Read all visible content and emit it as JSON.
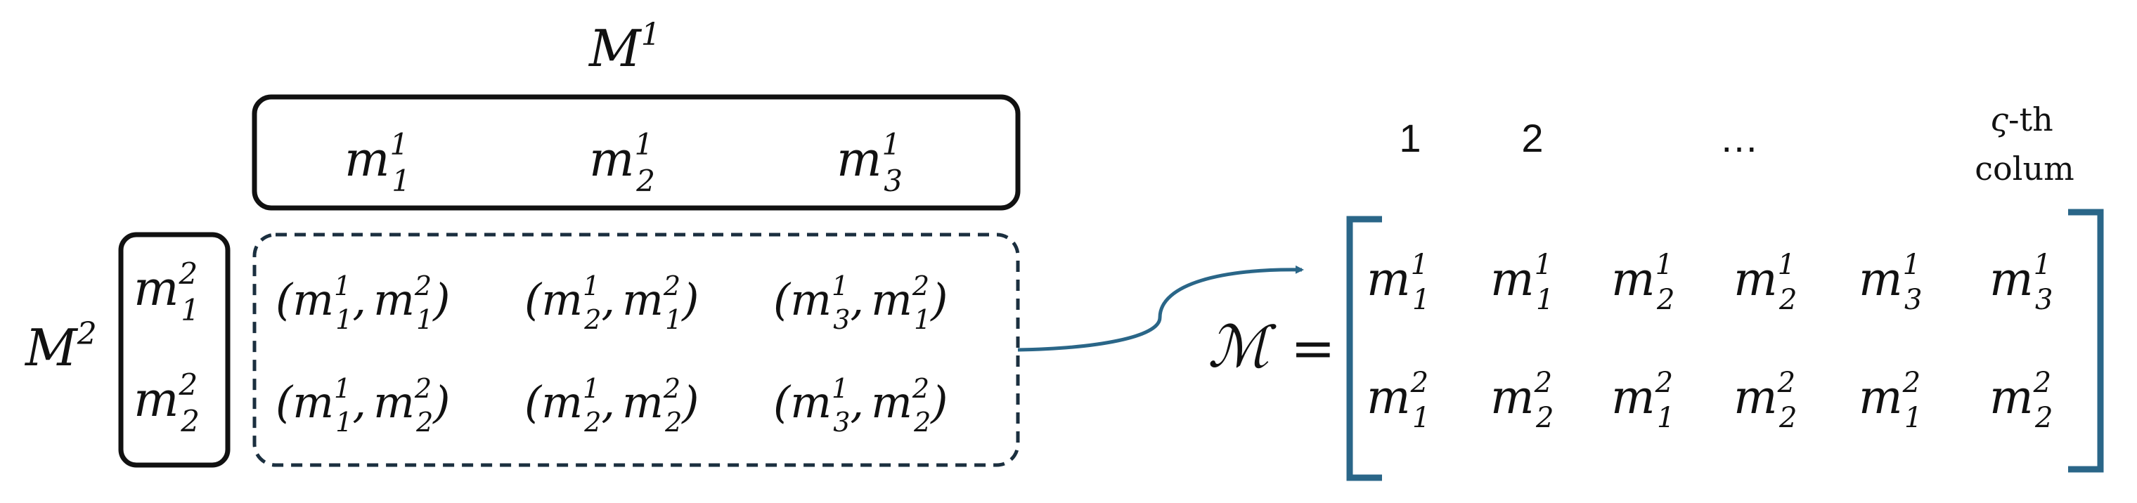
{
  "set_m1": {
    "label": "M",
    "label_sup": "1",
    "items": [
      {
        "base": "m",
        "sub": "1",
        "sup": "1"
      },
      {
        "base": "m",
        "sub": "2",
        "sup": "1"
      },
      {
        "base": "m",
        "sub": "3",
        "sup": "1"
      }
    ]
  },
  "set_m2": {
    "label": "M",
    "label_sup": "2",
    "items": [
      {
        "base": "m",
        "sub": "1",
        "sup": "2"
      },
      {
        "base": "m",
        "sub": "2",
        "sup": "2"
      }
    ]
  },
  "pairs": {
    "rows": [
      [
        {
          "a_sub": "1",
          "a_sup": "1",
          "b_sub": "1",
          "b_sup": "2"
        },
        {
          "a_sub": "2",
          "a_sup": "1",
          "b_sub": "1",
          "b_sup": "2"
        },
        {
          "a_sub": "3",
          "a_sup": "1",
          "b_sub": "1",
          "b_sup": "2"
        }
      ],
      [
        {
          "a_sub": "1",
          "a_sup": "1",
          "b_sub": "2",
          "b_sup": "2"
        },
        {
          "a_sub": "2",
          "a_sup": "1",
          "b_sub": "2",
          "b_sup": "2"
        },
        {
          "a_sub": "3",
          "a_sup": "1",
          "b_sub": "2",
          "b_sup": "2"
        }
      ]
    ],
    "base": "m",
    "open": "(",
    "comma": ",",
    "close": ")"
  },
  "matrix": {
    "name": "ℳ",
    "equals": "=",
    "column_labels": [
      "1",
      "2",
      "…"
    ],
    "last_col_label_line1_sym": "ς",
    "last_col_label_line1_rest": "-th",
    "last_col_label_line2": "colum",
    "base": "m",
    "rows": [
      [
        {
          "sub": "1",
          "sup": "1"
        },
        {
          "sub": "1",
          "sup": "1"
        },
        {
          "sub": "2",
          "sup": "1"
        },
        {
          "sub": "2",
          "sup": "1"
        },
        {
          "sub": "3",
          "sup": "1"
        },
        {
          "sub": "3",
          "sup": "1"
        }
      ],
      [
        {
          "sub": "1",
          "sup": "2"
        },
        {
          "sub": "2",
          "sup": "2"
        },
        {
          "sub": "1",
          "sup": "2"
        },
        {
          "sub": "2",
          "sup": "2"
        },
        {
          "sub": "1",
          "sup": "2"
        },
        {
          "sub": "2",
          "sup": "2"
        }
      ]
    ]
  },
  "colors": {
    "solid_box": "#111111",
    "dashed_box": "#1b2f3f",
    "bracket": "#2a6688",
    "arrow": "#2a6688",
    "text": "#111111"
  }
}
